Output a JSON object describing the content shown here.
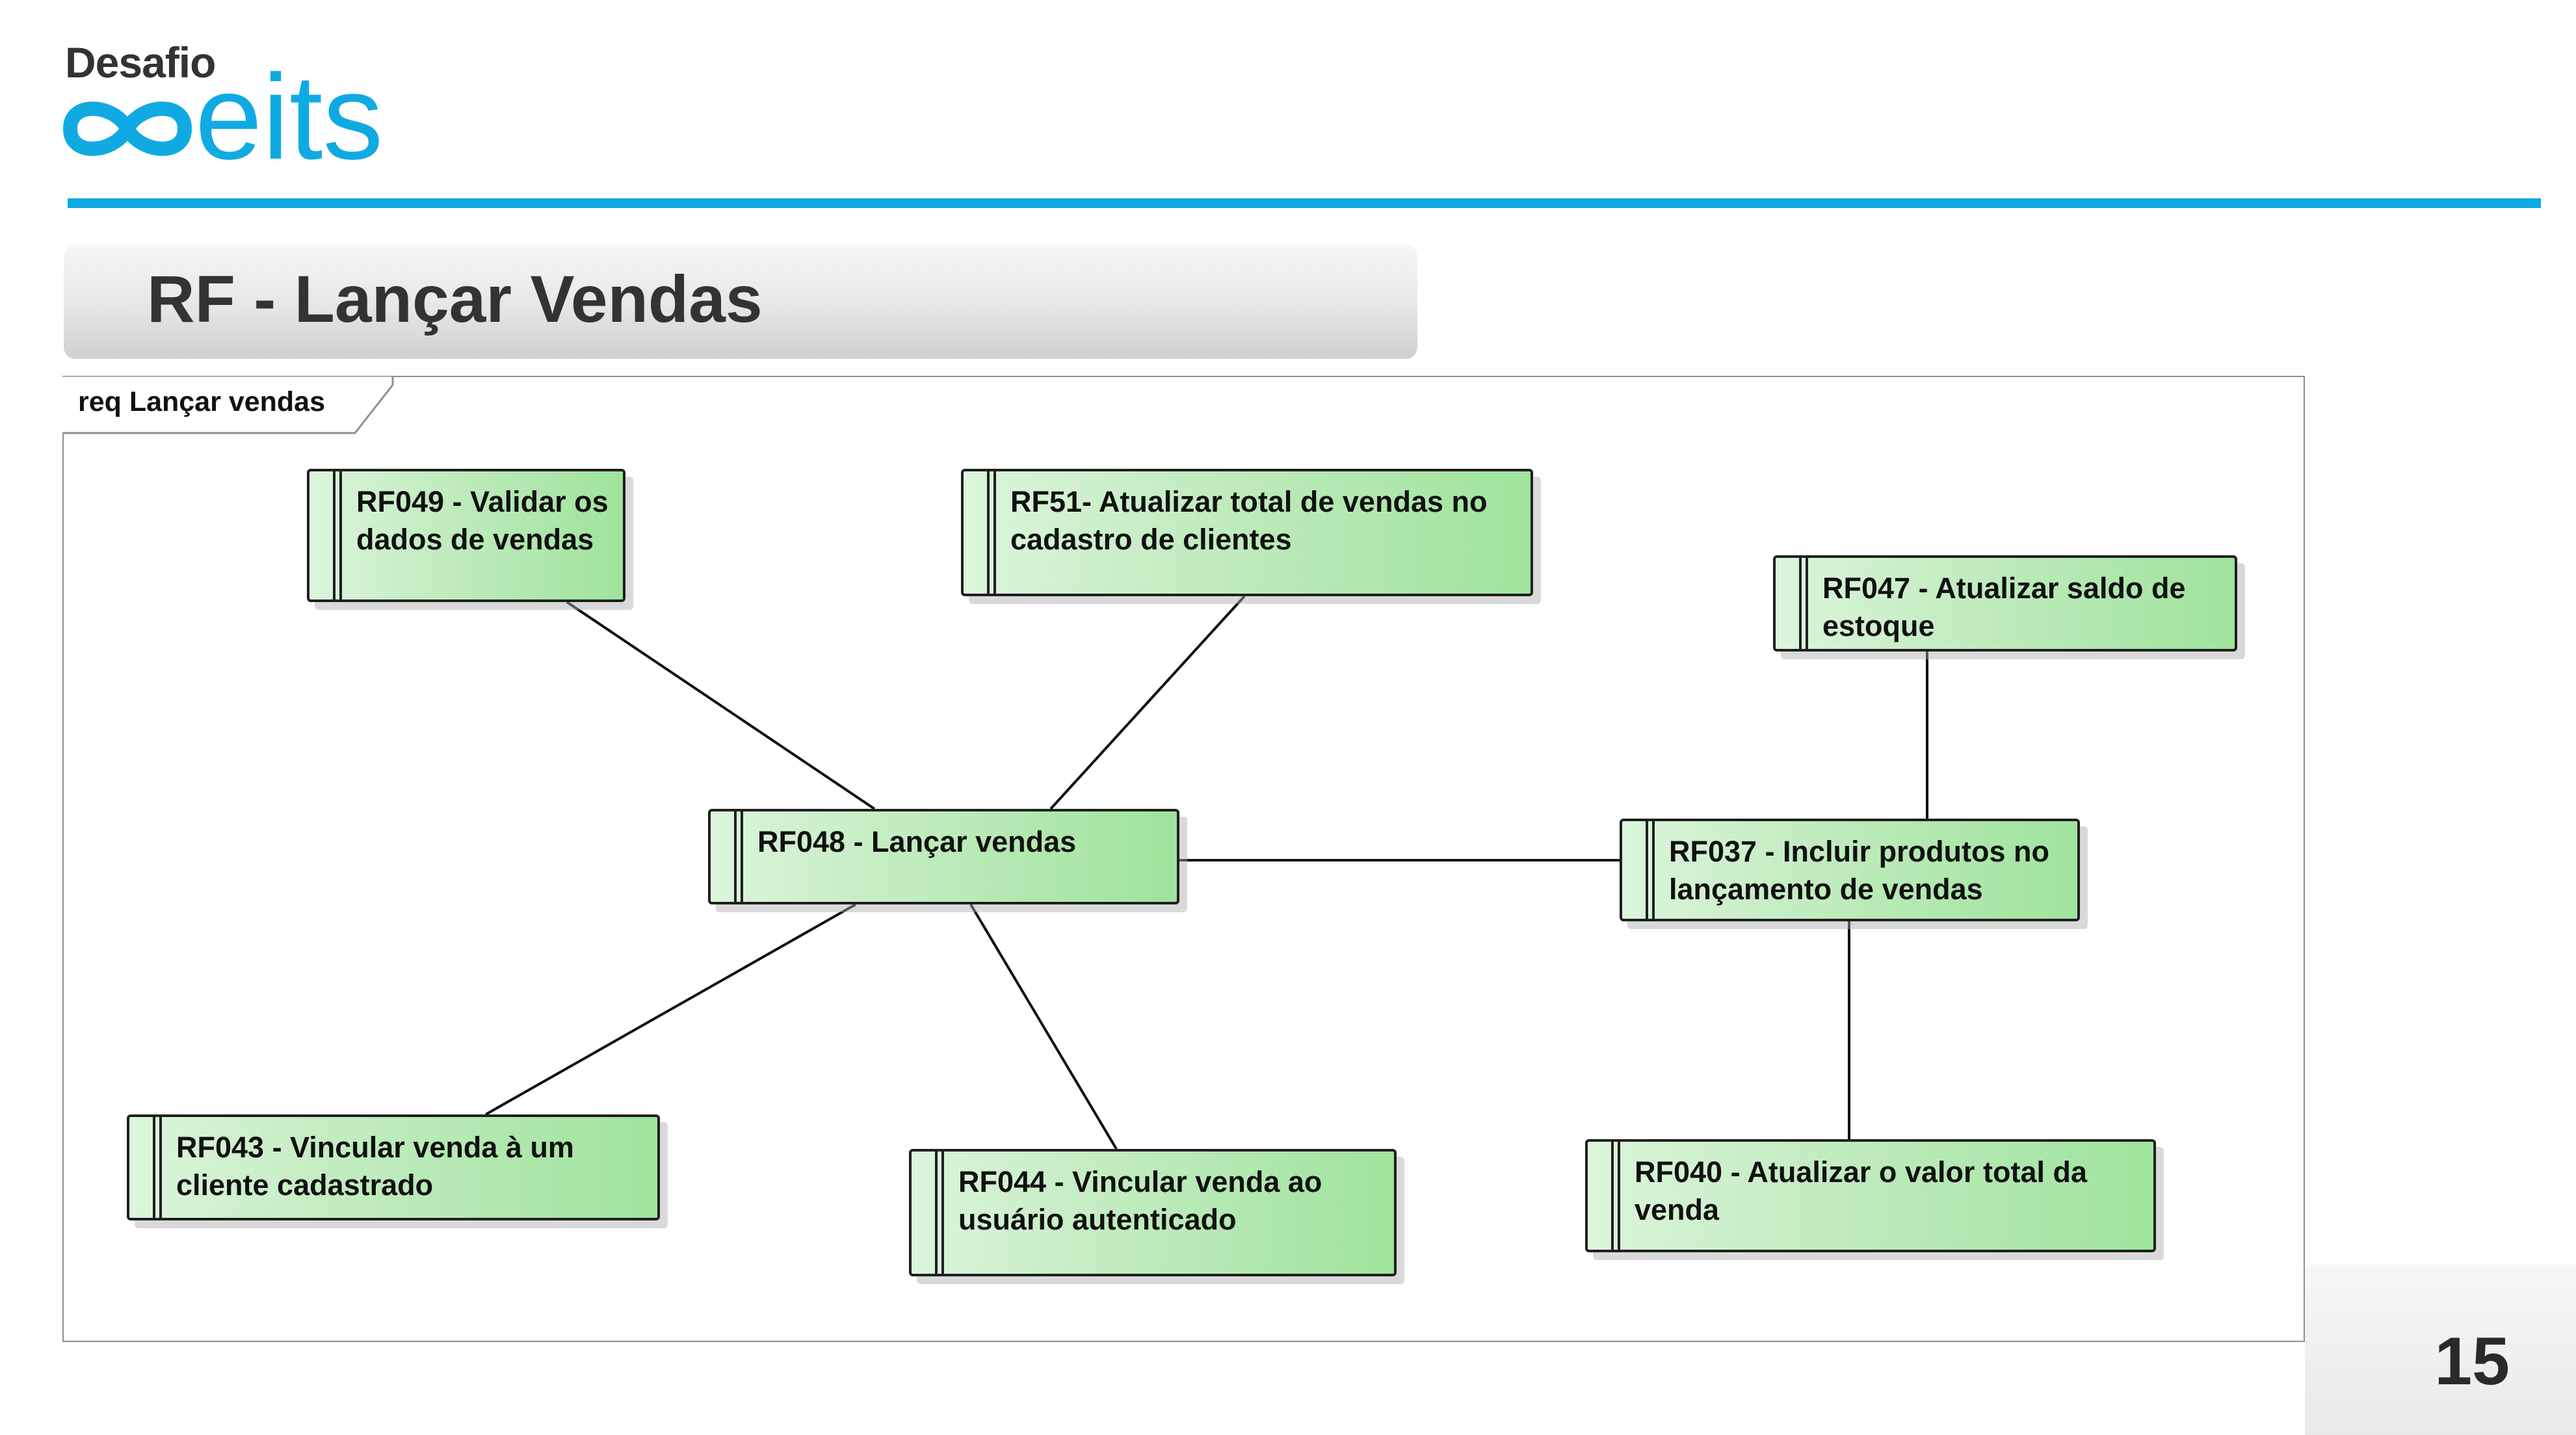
{
  "logo": {
    "top_word": "Desafio",
    "brand": "eits",
    "color": "#10aae3"
  },
  "slide": {
    "title": "RF - Lançar Vendas",
    "page_number": "15"
  },
  "diagram": {
    "frame_label": "req Lançar vendas",
    "nodes": {
      "rf049": "RF049 - Validar os dados de vendas",
      "rf51": "RF51- Atualizar total de vendas no cadastro de clientes",
      "rf047": "RF047 - Atualizar saldo de estoque",
      "rf048": "RF048 - Lançar vendas",
      "rf037": "RF037 - Incluir produtos no lançamento de vendas",
      "rf043": "RF043 - Vincular venda à um cliente cadastrado",
      "rf044": "RF044 - Vincular venda ao usuário autenticado",
      "rf040": "RF040 - Atualizar o valor total da venda"
    },
    "edges": [
      [
        "rf049",
        "rf048"
      ],
      [
        "rf51",
        "rf048"
      ],
      [
        "rf048",
        "rf037"
      ],
      [
        "rf048",
        "rf043"
      ],
      [
        "rf048",
        "rf044"
      ],
      [
        "rf047",
        "rf037"
      ],
      [
        "rf037",
        "rf040"
      ]
    ],
    "node_fill": "#a6e4a3"
  }
}
